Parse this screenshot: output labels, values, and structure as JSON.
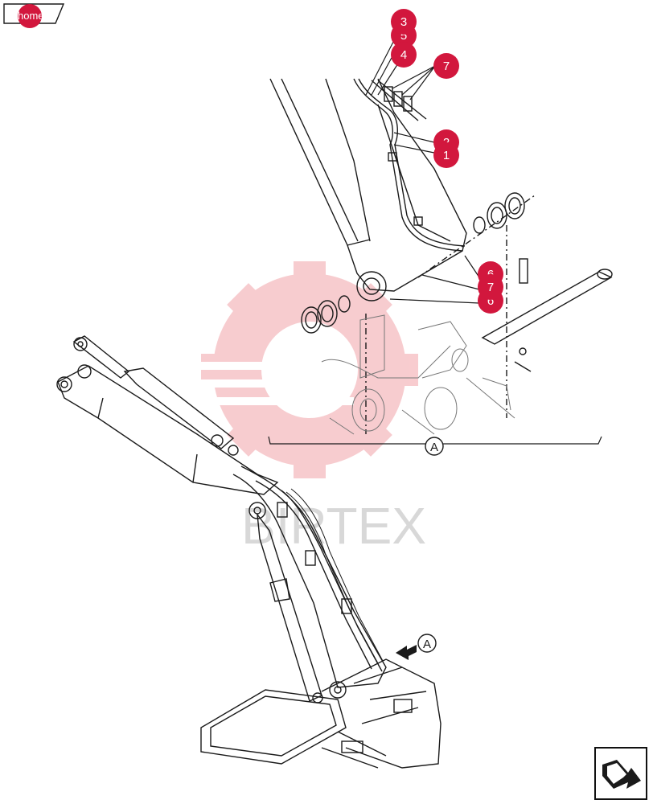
{
  "home": {
    "label": "home"
  },
  "watermark": {
    "text": "BIRTEX"
  },
  "detail_view": {
    "label": "A"
  },
  "arrow_view": {
    "label": "A"
  },
  "callouts": [
    {
      "label": "3"
    },
    {
      "label": "5"
    },
    {
      "label": "4"
    },
    {
      "label": "7"
    },
    {
      "label": "2"
    },
    {
      "label": "1"
    },
    {
      "label": "6"
    },
    {
      "label": "7"
    },
    {
      "label": "6"
    }
  ],
  "colors": {
    "callout": "#d2173d",
    "watermark_red": "#f2a3a8",
    "line": "#1a1a1a"
  },
  "icons": {
    "home": "home-icon",
    "next": "next-page-arrow-icon"
  }
}
